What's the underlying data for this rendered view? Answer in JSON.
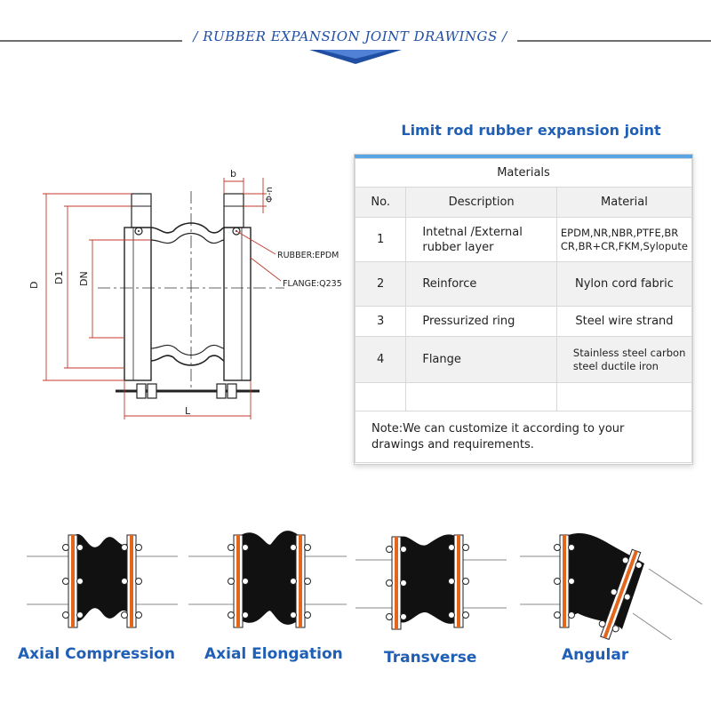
{
  "header": {
    "title": "RUBBER EXPANSION JOINT DRAWINGS"
  },
  "drawing": {
    "dims": {
      "b": "b",
      "n": "Φ-n",
      "D": "D",
      "D1": "D1",
      "DN": "DN",
      "L": "L"
    },
    "callouts": {
      "rubber": "RUBBER:EPDM",
      "flange": "FLANGE:Q235"
    }
  },
  "table": {
    "title": "Limit rod rubber expansion joint",
    "caption": "Materials",
    "headers": {
      "no": "No.",
      "description": "Description",
      "material": "Material"
    },
    "rows": [
      {
        "no": "1",
        "description": "Intetnal /External rubber layer",
        "material": "EPDM,NR,NBR,PTFE,BR CR,BR+CR,FKM,Sylopute"
      },
      {
        "no": "2",
        "description": "Reinforce",
        "material": "Nylon cord fabric"
      },
      {
        "no": "3",
        "description": "Pressurized ring",
        "material": "Steel wire strand"
      },
      {
        "no": "4",
        "description": "Flange",
        "material": "Stainless steel carbon steel ductile iron"
      },
      {
        "no": "",
        "description": "",
        "material": ""
      }
    ],
    "note": "Note:We can customize it according to your drawings and requirements."
  },
  "movements": [
    {
      "label": "Axial Compression"
    },
    {
      "label": "Axial Elongation"
    },
    {
      "label": "Transverse"
    },
    {
      "label": "Angular"
    }
  ],
  "colors": {
    "accent": "#1f5fb6",
    "flange_gasket": "#e2661d",
    "dimension": "#c0392b"
  }
}
